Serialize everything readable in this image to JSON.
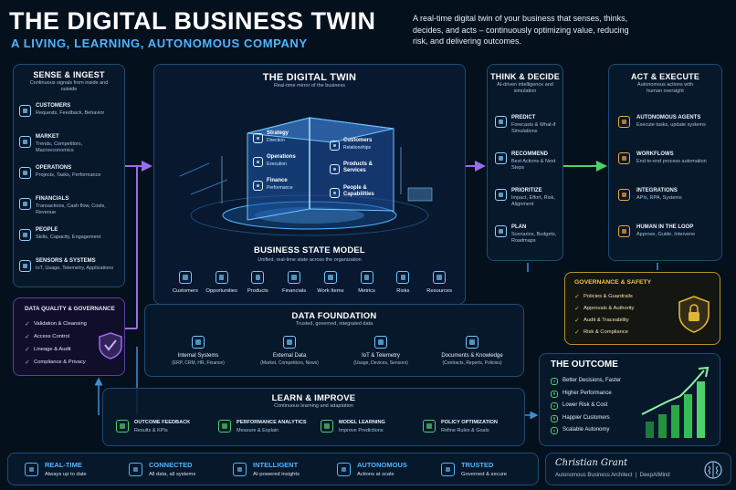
{
  "title": "THE DIGITAL BUSINESS TWIN",
  "subtitle": "A LIVING, LEARNING, AUTONOMOUS COMPANY",
  "intro": "A real-time digital twin of your business that senses, thinks, decides, and acts – continuously optimizing value, reducing risk, and delivering outcomes.",
  "sense": {
    "title": "SENSE & INGEST",
    "desc": "Continuous signals from inside and outside",
    "items": [
      {
        "label": "CUSTOMERS",
        "desc": "Requests, Feedback, Behavior"
      },
      {
        "label": "MARKET",
        "desc": "Trends, Competitors, Macroeconomics"
      },
      {
        "label": "OPERATIONS",
        "desc": "Projects, Tasks, Performance"
      },
      {
        "label": "FINANCIALS",
        "desc": "Transactions, Cash flow, Costs, Revenue"
      },
      {
        "label": "PEOPLE",
        "desc": "Skills, Capacity, Engagement"
      },
      {
        "label": "SENSORS & SYSTEMS",
        "desc": "IoT, Usage, Telemetry, Applications"
      }
    ]
  },
  "twin": {
    "title": "THE DIGITAL TWIN",
    "desc": "Real-time mirror of the business",
    "cube_left": [
      {
        "label": "Strategy",
        "desc": "Direction"
      },
      {
        "label": "Operations",
        "desc": "Execution"
      },
      {
        "label": "Finance",
        "desc": "Performance"
      }
    ],
    "cube_right": [
      {
        "label": "Customers",
        "desc": "Relationships"
      },
      {
        "label": "Products & Services",
        "desc": ""
      },
      {
        "label": "People & Capabilities",
        "desc": ""
      }
    ],
    "state_title": "BUSINESS STATE MODEL",
    "state_desc": "Unified, real-time state across the organization",
    "entities": [
      "Customers",
      "Opportunities",
      "Products",
      "Financials",
      "Work Items",
      "Metrics",
      "Risks",
      "Resources"
    ]
  },
  "think": {
    "title": "THINK & DECIDE",
    "desc": "AI-driven intelligence and simulation",
    "items": [
      {
        "label": "PREDICT",
        "desc": "Forecasts & What-if Simulations"
      },
      {
        "label": "RECOMMEND",
        "desc": "Best Actions & Next Steps"
      },
      {
        "label": "PRIORITIZE",
        "desc": "Impact, Effort, Risk, Alignment"
      },
      {
        "label": "PLAN",
        "desc": "Scenarios, Budgets, Roadmaps"
      }
    ]
  },
  "act": {
    "title": "ACT & EXECUTE",
    "desc": "Autonomous actions with human oversight",
    "items": [
      {
        "label": "AUTONOMOUS AGENTS",
        "desc": "Execute tasks, update systems"
      },
      {
        "label": "WORKFLOWS",
        "desc": "End-to-end process automation"
      },
      {
        "label": "INTEGRATIONS",
        "desc": "APIs, RPA, Systems"
      },
      {
        "label": "HUMAN IN THE LOOP",
        "desc": "Approve, Guide, Intervene"
      }
    ]
  },
  "gov_safety": {
    "title": "GOVERNANCE & SAFETY",
    "items": [
      "Policies & Guardrails",
      "Approvals & Authority",
      "Audit & Traceability",
      "Risk & Compliance"
    ]
  },
  "dq": {
    "title": "DATA QUALITY & GOVERNANCE",
    "items": [
      "Validation & Cleansing",
      "Access Control",
      "Lineage & Audit",
      "Compliance & Privacy"
    ]
  },
  "foundation": {
    "title": "DATA FOUNDATION",
    "desc": "Trusted, governed, integrated data",
    "items": [
      {
        "label": "Internal Systems",
        "desc": "(ERP, CRM, HR, Finance)"
      },
      {
        "label": "External Data",
        "desc": "(Market, Competitors, News)"
      },
      {
        "label": "IoT & Telemetry",
        "desc": "(Usage, Devices, Sensors)"
      },
      {
        "label": "Documents & Knowledge",
        "desc": "(Contracts, Reports, Policies)"
      }
    ]
  },
  "outcome": {
    "title": "THE OUTCOME",
    "items": [
      "Better Decisions, Faster",
      "Higher Performance",
      "Lower Risk & Cost",
      "Happier Customers",
      "Scalable Autonomy"
    ]
  },
  "learn": {
    "title": "LEARN & IMPROVE",
    "desc": "Continuous learning and adaptation",
    "items": [
      {
        "label": "OUTCOME FEEDBACK",
        "desc": "Results & KPIs"
      },
      {
        "label": "PERFORMANCE ANALYTICS",
        "desc": "Measure & Explain"
      },
      {
        "label": "MODEL LEARNING",
        "desc": "Improve Predictions"
      },
      {
        "label": "POLICY OPTIMIZATION",
        "desc": "Refine Rules & Goals"
      }
    ]
  },
  "footer": [
    {
      "label": "REAL-TIME",
      "desc": "Always up to date"
    },
    {
      "label": "CONNECTED",
      "desc": "All data, all systems"
    },
    {
      "label": "INTELLIGENT",
      "desc": "AI-powered insights"
    },
    {
      "label": "AUTONOMOUS",
      "desc": "Actions at scale"
    },
    {
      "label": "TRUSTED",
      "desc": "Governed & secure"
    }
  ],
  "signature": {
    "name": "Christian Grant",
    "role": "Autonomous Business Architect  |  DeepAIMind"
  },
  "colors": {
    "accent": "#4fb6ff",
    "purple": "#9a6cf0",
    "green": "#4ed06a",
    "gold": "#e0b63a"
  }
}
